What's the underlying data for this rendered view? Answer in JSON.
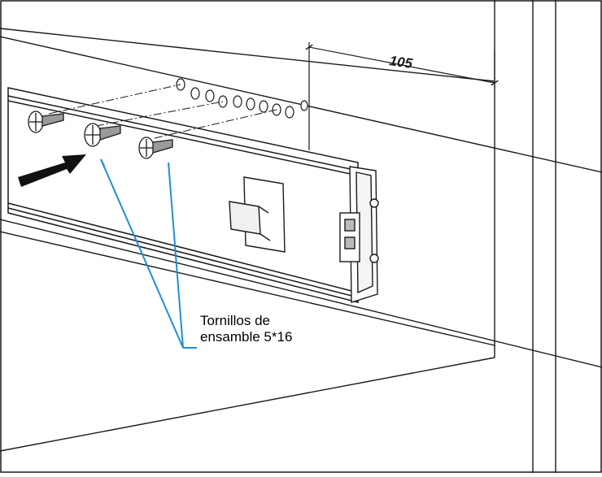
{
  "dimension": {
    "label": "105"
  },
  "callout": {
    "line1": "Tornillos de",
    "line2": "ensamble 5*16",
    "leader_color": "#1f8fd6"
  },
  "colors": {
    "line": "#1a1a1a",
    "panel_face": "#e8e8e8",
    "screw_shade": "#9a9a9a"
  },
  "icons": {
    "arrow": "insertion-arrow-icon",
    "screw": "screw-icon"
  }
}
